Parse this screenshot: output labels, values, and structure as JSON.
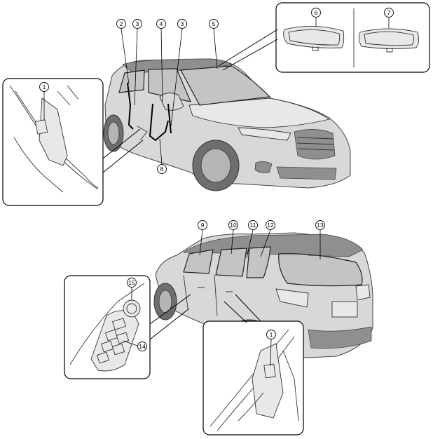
{
  "callouts": [
    {
      "id": "c1a",
      "label": "1"
    },
    {
      "id": "c2",
      "label": "2"
    },
    {
      "id": "c3a",
      "label": "3"
    },
    {
      "id": "c4",
      "label": "4"
    },
    {
      "id": "c3b",
      "label": "3"
    },
    {
      "id": "c5",
      "label": "5"
    },
    {
      "id": "c6",
      "label": "6"
    },
    {
      "id": "c7",
      "label": "7"
    },
    {
      "id": "c8",
      "label": "8"
    },
    {
      "id": "c9",
      "label": "9"
    },
    {
      "id": "c10",
      "label": "10"
    },
    {
      "id": "c11",
      "label": "11"
    },
    {
      "id": "c12",
      "label": "12"
    },
    {
      "id": "c13",
      "label": "13"
    },
    {
      "id": "c15",
      "label": "15"
    },
    {
      "id": "c14",
      "label": "14"
    },
    {
      "id": "c1b",
      "label": "1"
    }
  ]
}
